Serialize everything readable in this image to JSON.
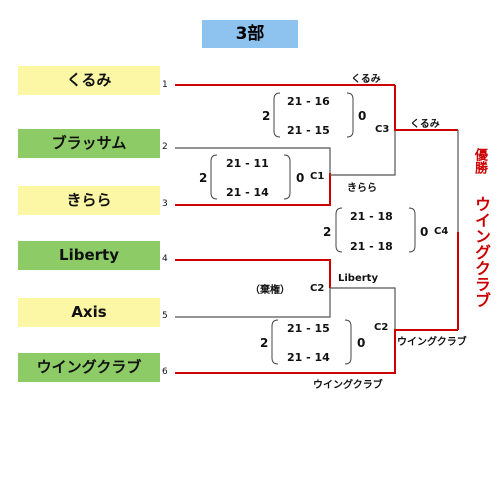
{
  "title": "3部",
  "teams": [
    {
      "seed": "1",
      "name": "くるみ"
    },
    {
      "seed": "2",
      "name": "ブラッサム"
    },
    {
      "seed": "3",
      "name": "きらら"
    },
    {
      "seed": "4",
      "name": "Liberty"
    },
    {
      "seed": "5",
      "name": "Axis"
    },
    {
      "seed": "6",
      "name": "ウイングクラブ"
    }
  ],
  "matches": {
    "C1": {
      "id": "C1",
      "winner": "きらら",
      "winner_sets": "2",
      "loser_sets": "0",
      "games": [
        "21 - 11",
        "21 - 14"
      ]
    },
    "C2a": {
      "id": "C2",
      "winner": "Liberty",
      "note": "（棄権）"
    },
    "C2b": {
      "id": "C2",
      "winner": "ウイングクラブ",
      "winner_sets": "2",
      "loser_sets": "0",
      "games": [
        "21 - 15",
        "21 - 14"
      ]
    },
    "C3": {
      "id": "C3",
      "winner": "くるみ",
      "winner_sets": "2",
      "loser_sets": "0",
      "games": [
        "21 - 16",
        "21 - 15"
      ]
    },
    "C4": {
      "id": "C4",
      "winner": "ウイングクラブ",
      "winner_sets": "2",
      "loser_sets": "0",
      "games": [
        "21 - 18",
        "21 - 18"
      ]
    }
  },
  "champion": {
    "label": "優勝",
    "name": "ウイングクラブ"
  },
  "colors": {
    "title_bg": "#8ec3ef",
    "yellow": "#fbf7a5",
    "green": "#8ccb66",
    "winner_line": "#cc0000",
    "loser_line": "#555555"
  }
}
